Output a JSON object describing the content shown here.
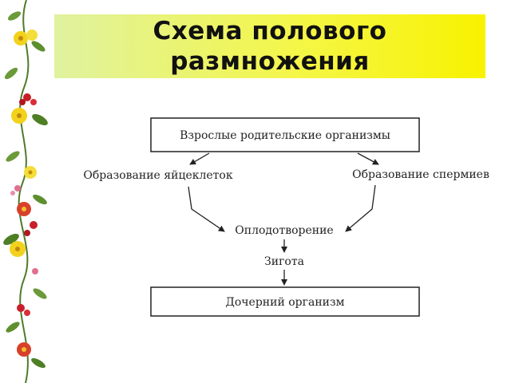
{
  "title": {
    "line1": "Схема полового",
    "line2": "размножения"
  },
  "diagram": {
    "parents": "Взрослые родительские организмы",
    "eggs": "Образование яйцеклеток",
    "sperm": "Образование спермиев",
    "fertilization": "Оплодотворение",
    "zygote": "Зигота",
    "offspring": "Дочерний организм"
  },
  "colors": {
    "banner_light": "#dff2a0",
    "banner_bright": "#f8f200",
    "line": "#222222"
  },
  "icons": {
    "border": "floral-border-icon"
  }
}
